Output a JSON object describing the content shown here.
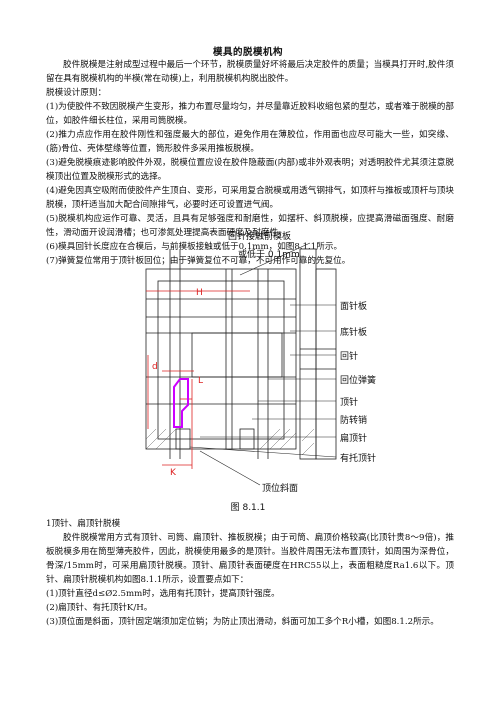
{
  "doc": {
    "title": "模具的脱模机构",
    "intro": [
      "胶件脱模是注射成型过程中最后一个环节，脱模质量好坏将最后决定胶件的质量；当模具打开时,胶件须留在具有脱模机构的半模(常在动模)上，利用脱模机构脱出胶件。",
      "脱模设计原则：",
      "(1)为使胶件不致因脱模产生变形，推力布置尽量均匀，并尽量靠近胶料收缩包紧的型芯，或者难于脱模的部位，如胶件细长柱位，采用司筒脱模。",
      "(2)推力点应作用在胶件刚性和强度最大的部位，避免作用在薄胶位，作用面也应尽可能大一些，如突缘、(筋)骨位、壳体壁缘等位置，筒形胶件多采用推板脱模。",
      "(3)避免脱模痕迹影响胶件外观，脱模位置应设在胶件隐蔽面(内部)或非外观表明；对透明胶件尤其须注意脱模顶出位置及脱模形式的选择。",
      "(4)避免因真空吸附而使胶件产生顶白、变形，可采用复合脱模或用透气钢排气，如顶杆与推板或顶杆与顶块脱模，顶杆适当加大配合间隙排气，必要时还可设置进气阀。",
      "(5)脱模机构应运作可靠、灵活，且具有足够强度和耐磨性，如摆杆、斜顶脱模，应提高滑磁面强度、耐磨性，滑动面开设润滑槽；也可渗氮处理提高表面硬度及耐磨性。",
      "(6)模具回针长度应在合模后，与前模板接触或低于0.1mm，如图8.1.1所示。",
      "(7)弹簧复位常用于顶针板回位；由于弹簧复位不可靠，不可用作可靠的先复位。"
    ],
    "figure": {
      "labels": {
        "top1": "回针接触前模板",
        "top2": "或低于 0.1mm",
        "face_plate": "面针板",
        "bottom_plate": "底针板",
        "return_pin": "回针",
        "return_spring": "回位弹簧",
        "ejector_pin": "顶针",
        "anti_rotation_pin": "防转销",
        "flat_pin": "扁顶针",
        "stepped_pin": "有托顶针",
        "bevel": "顶位斜面",
        "H": "H",
        "d": "d",
        "L": "L",
        "K": "K"
      },
      "caption": "图 8.1.1"
    },
    "section": [
      "1顶针、扁顶针脱模",
      "胶件脱模常用方式有顶针、司筒、扁顶针、推板脱模；由于司筒、扁顶价格较高(比顶针贵8～9倍)，推板脱模多用在筒型薄壳胶件，因此，脱模使用最多的是顶针。当胶件周围无法布置顶针，如周围为深骨位，骨深/15mm时，可采用扁顶针脱模。顶针、扁顶针表面硬度在HRC55以上，表面粗糙度Ra1.6以下。顶针、扁顶针脱模机构如图8.1.1所示，设置要点如下：",
      "(1)顶针直径d≤Ø2.5mm时，选用有托顶针，提高顶针强度。",
      "(2)扁顶针、有托顶针K/H。",
      "(3)顶位面是斜面，顶针固定端须加定位销；为防止顶出滑动，斜面可加工多个R小槽，如图8.1.2所示。"
    ]
  }
}
